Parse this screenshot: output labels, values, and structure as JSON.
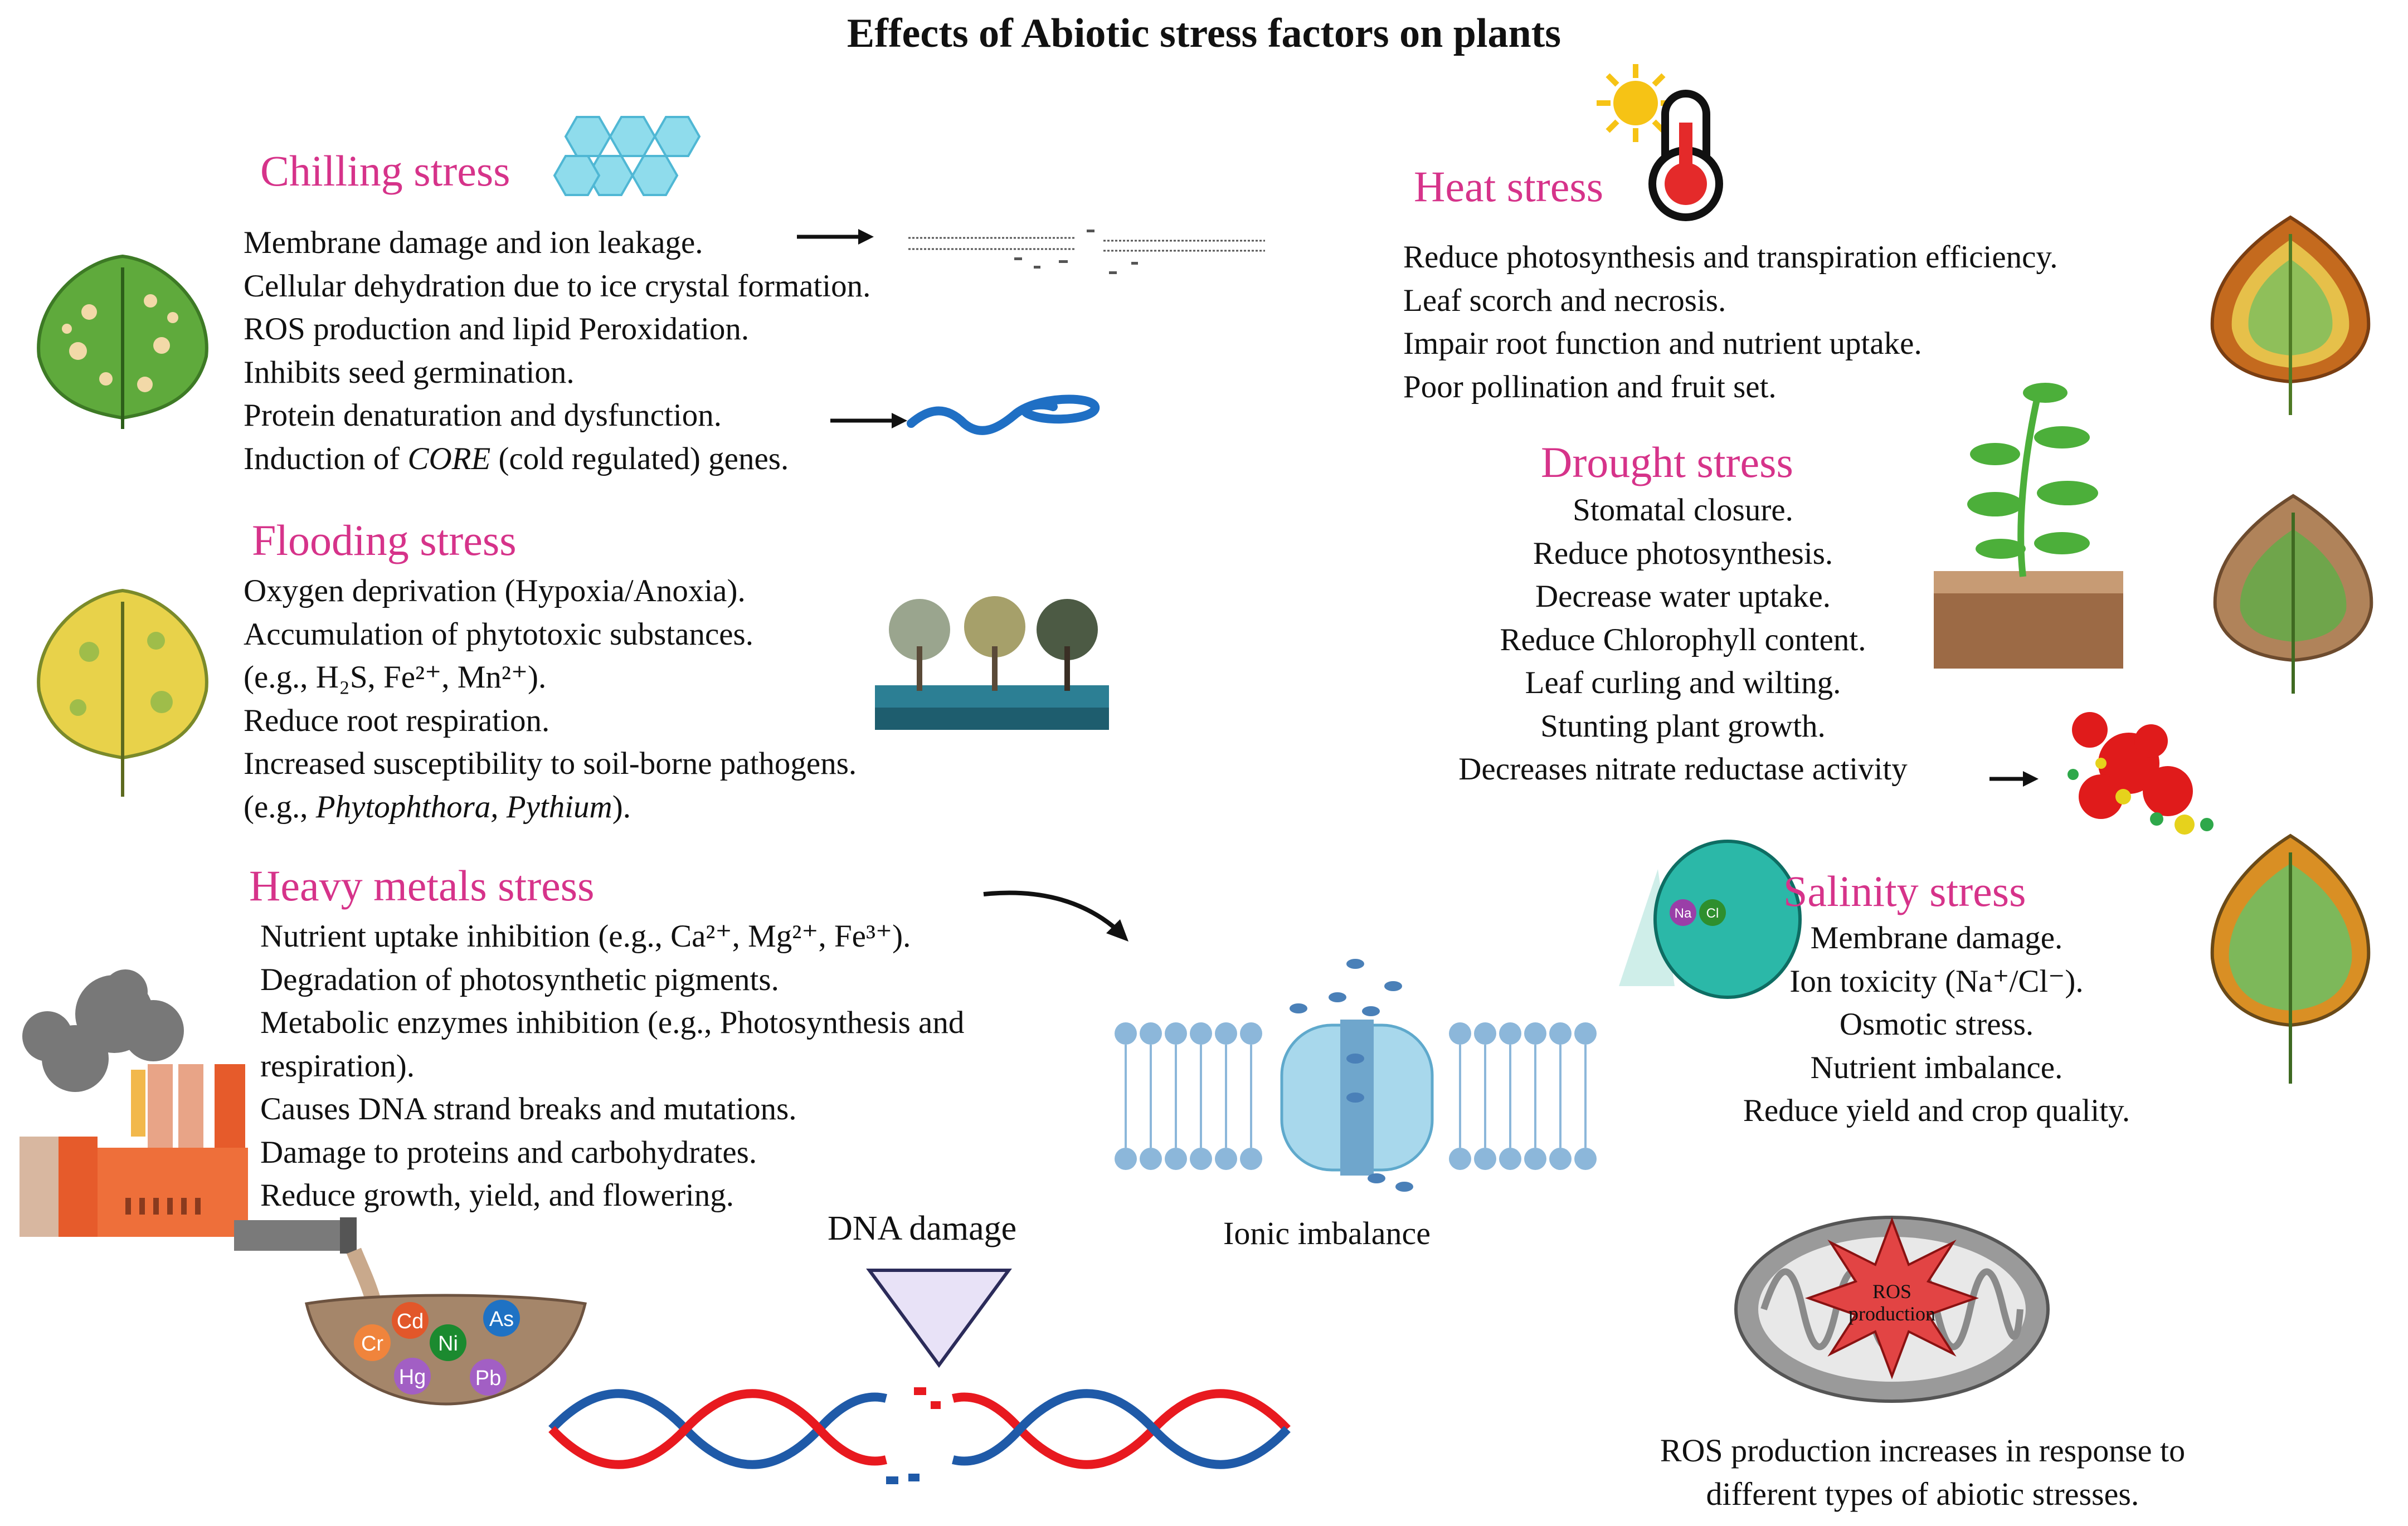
{
  "title": "Effects of Abiotic stress factors on plants",
  "colors": {
    "heading": "#d6338a",
    "text": "#111111",
    "dna_red": "#e8191f",
    "dna_blue": "#1f5aa8"
  },
  "chilling": {
    "heading": "Chilling stress",
    "lines": [
      "Membrane damage and ion leakage.",
      "Cellular dehydration due to ice crystal formation.",
      "ROS production and lipid Peroxidation.",
      "Inhibits seed germination.",
      "Protein denaturation and dysfunction.",
      "Induction of CORE (cold regulated) genes."
    ],
    "line6_pre": "Induction of ",
    "line6_italic": "CORE",
    "line6_post": " (cold regulated) genes."
  },
  "flooding": {
    "heading": "Flooding stress",
    "l1": "Oxygen deprivation (Hypoxia/Anoxia).",
    "l2": "Accumulation of phytotoxic substances.",
    "l3": " (e.g., H₂S, Fe²⁺, Mn²⁺).",
    "l4": "Reduce root respiration.",
    "l5": "Increased susceptibility to soil-borne pathogens.",
    "l6_pre": " (e.g., ",
    "l6_italic": "Phytophthora, Pythium",
    "l6_post": ")."
  },
  "heavy_metals": {
    "heading": "Heavy metals stress",
    "lines": [
      "Nutrient uptake inhibition (e.g., Ca²⁺, Mg²⁺, Fe³⁺).",
      "Degradation of photosynthetic pigments.",
      "Metabolic enzymes inhibition (e.g., Photosynthesis and",
      "respiration).",
      "Causes DNA strand breaks and mutations.",
      "Damage to proteins and carbohydrates.",
      "Reduce growth, yield, and flowering."
    ],
    "metals": [
      "Cd",
      "As",
      "Cr",
      "Ni",
      "Hg",
      "Pb"
    ]
  },
  "heat": {
    "heading": "Heat stress",
    "lines": [
      "Reduce photosynthesis and transpiration efficiency.",
      "Leaf scorch and necrosis.",
      "Impair root function and nutrient uptake.",
      "Poor pollination and fruit set."
    ]
  },
  "drought": {
    "heading": "Drought stress",
    "lines": [
      "Stomatal closure.",
      "Reduce photosynthesis.",
      "Decrease water uptake.",
      "Reduce Chlorophyll content.",
      "Leaf curling and wilting.",
      "Stunting plant growth.",
      "Decreases nitrate reductase activity"
    ]
  },
  "salinity": {
    "heading": "Salinity stress",
    "lines": [
      "Membrane damage.",
      "Ion toxicity (Na⁺/Cl⁻).",
      "Osmotic stress.",
      "Nutrient imbalance.",
      "Reduce yield and crop quality."
    ],
    "ion_na": "Na",
    "ion_cl": "Cl"
  },
  "dna_damage_label": "DNA damage",
  "ionic_imbalance_label": "Ionic imbalance",
  "ros": {
    "badge_line1": "ROS",
    "badge_line2": "production",
    "caption_line1": "ROS production increases in response to",
    "caption_line2": "different types of abiotic stresses."
  }
}
